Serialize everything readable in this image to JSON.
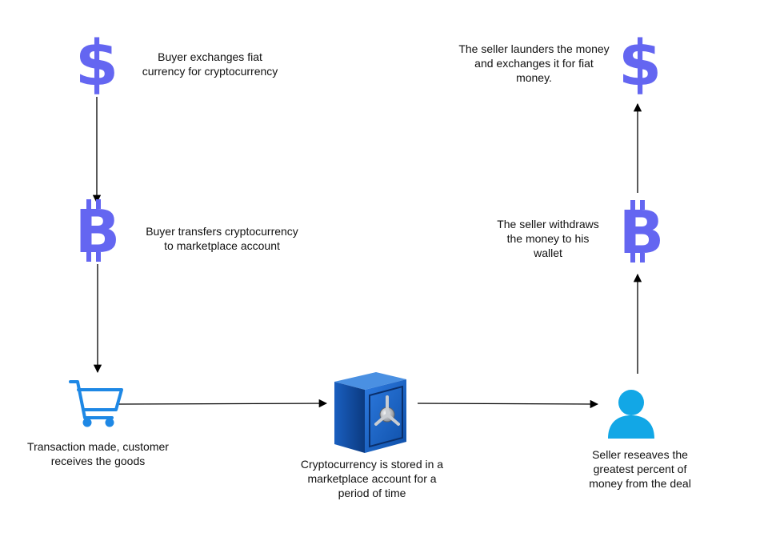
{
  "colors": {
    "accent": "#6466F1",
    "cart": "#1E88E5",
    "person": "#12A7E6",
    "safe_body": "#1565C0",
    "safe_dark": "#0D3E8A",
    "arrow": "#000000",
    "text": "#111111"
  },
  "nodes": [
    {
      "id": "dollar-buyer",
      "icon": "dollar-icon",
      "label": "Buyer exchanges fiat\ncurrency for cryptocurrency"
    },
    {
      "id": "bitcoin-buyer",
      "icon": "bitcoin-icon",
      "label": "Buyer transfers cryptocurrency\nto marketplace account"
    },
    {
      "id": "cart",
      "icon": "shopping-cart-icon",
      "label": "Transaction made, customer\nreceives the goods"
    },
    {
      "id": "safe",
      "icon": "safe-icon",
      "label": "Cryptocurrency is stored in a\nmarketplace account for a\nperiod of time"
    },
    {
      "id": "seller",
      "icon": "person-icon",
      "label": "Seller reseaves the\ngreatest percent of\nmoney from the deal"
    },
    {
      "id": "bitcoin-seller",
      "icon": "bitcoin-icon",
      "label": "The seller withdraws\nthe money to his\nwallet"
    },
    {
      "id": "dollar-seller",
      "icon": "dollar-icon",
      "label": "The seller launders the money\nand exchanges it for fiat\nmoney."
    }
  ],
  "edges": [
    {
      "from": "dollar-buyer",
      "to": "bitcoin-buyer"
    },
    {
      "from": "bitcoin-buyer",
      "to": "cart"
    },
    {
      "from": "cart",
      "to": "safe"
    },
    {
      "from": "safe",
      "to": "seller"
    },
    {
      "from": "seller",
      "to": "bitcoin-seller"
    },
    {
      "from": "bitcoin-seller",
      "to": "dollar-seller"
    }
  ]
}
